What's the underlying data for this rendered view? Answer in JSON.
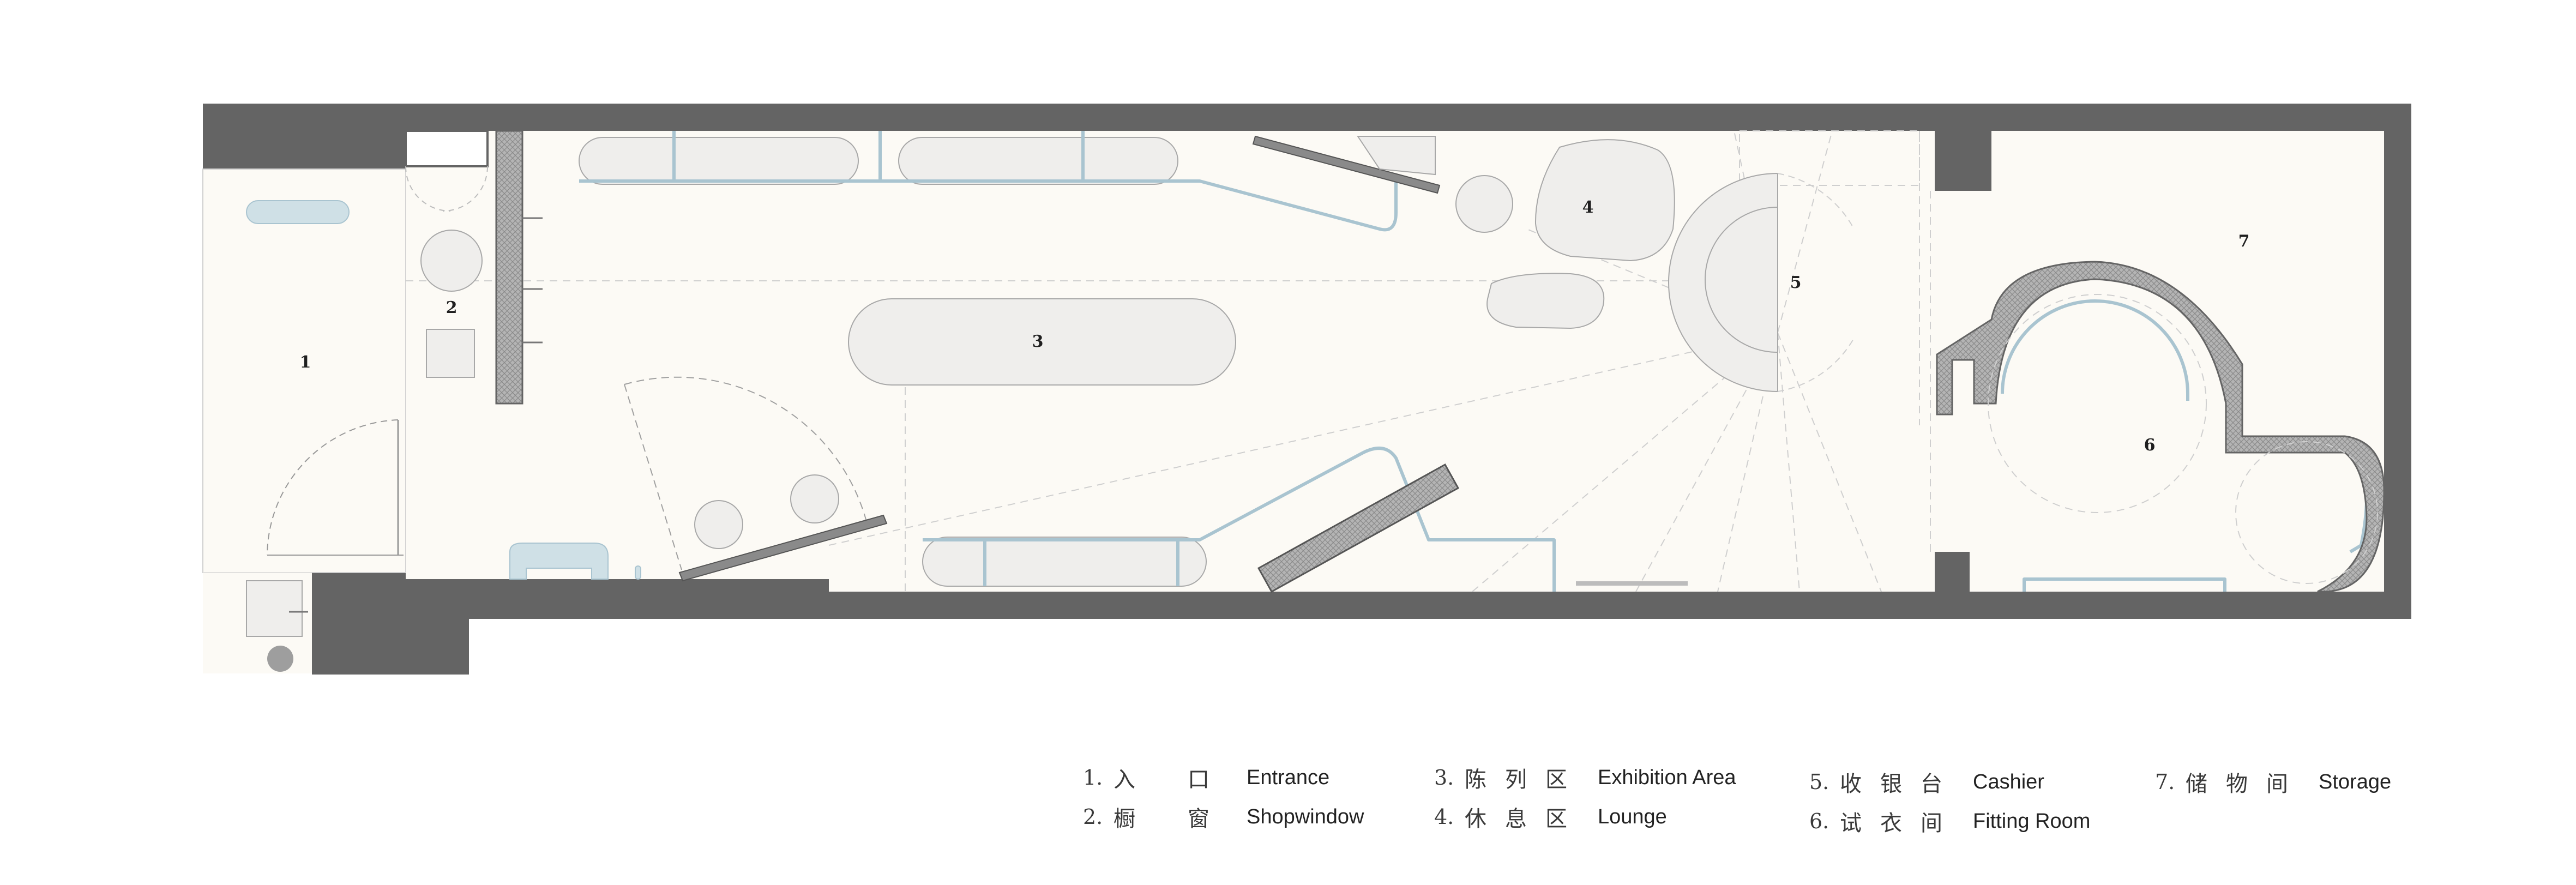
{
  "colors": {
    "wall": "#646464",
    "floor": "#fcfaf5",
    "furniture_fill": "#f0efed",
    "furniture_stroke": "#a8a8a8",
    "rail": "#a9c4d0",
    "dashed": "#c9c9c9",
    "hatch": "#9a9a9a"
  },
  "rooms": {
    "r1": "1",
    "r2": "2",
    "r3": "3",
    "r4": "4",
    "r5": "5",
    "r6": "6",
    "r7": "7"
  },
  "legend": [
    {
      "num": "1.",
      "cn": "入口",
      "en": "Entrance"
    },
    {
      "num": "2.",
      "cn": "橱窗",
      "en": "Shopwindow"
    },
    {
      "num": "3.",
      "cn": "陈列区",
      "en": "Exhibition Area"
    },
    {
      "num": "4.",
      "cn": "休息区",
      "en": "Lounge"
    },
    {
      "num": "5.",
      "cn": "收银台",
      "en": "Cashier"
    },
    {
      "num": "6.",
      "cn": "试衣间",
      "en": "Fitting Room"
    },
    {
      "num": "7.",
      "cn": "储物间",
      "en": "Storage"
    }
  ]
}
